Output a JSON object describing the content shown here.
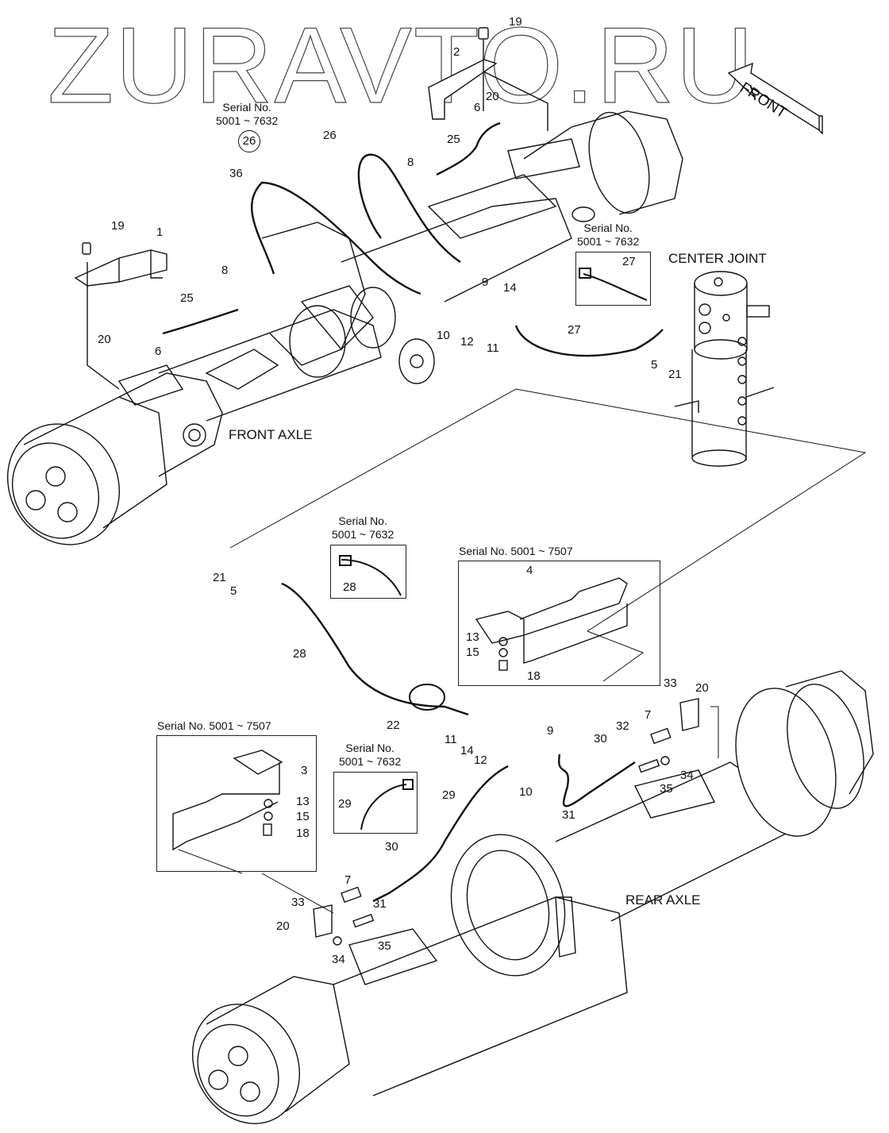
{
  "watermark": "ZURAVTO.RU",
  "direction_arrow": {
    "label": "FRONT",
    "icon": "arrow-left-icon"
  },
  "section_labels": {
    "front_axle": "FRONT AXLE",
    "rear_axle": "REAR AXLE",
    "center_joint": "CENTER JOINT"
  },
  "serial_notes": {
    "hose_26": {
      "line1": "Serial No.",
      "line2": "5001 ~ 7632",
      "ref": "26",
      "replaces": "36"
    },
    "hose_27": {
      "line1": "Serial No.",
      "line2": "5001 ~ 7632",
      "ref": "27"
    },
    "hose_28": {
      "line1": "Serial No.",
      "line2": "5001 ~ 7632",
      "ref": "28"
    },
    "hose_29": {
      "line1": "Serial No.",
      "line2": "5001 ~ 7632",
      "ref": "29"
    },
    "bracket_4": {
      "text": "Serial No. 5001 ~ 7507"
    },
    "bracket_3": {
      "text": "Serial No. 5001 ~ 7507"
    }
  },
  "callouts": {
    "c19a": "19",
    "c2": "2",
    "c20a": "20",
    "c6a": "6",
    "c25a": "25",
    "c26": "26",
    "c8a": "8",
    "c36": "36",
    "c19b": "19",
    "c1": "1",
    "c8b": "8",
    "c25b": "25",
    "c20b": "20",
    "c6b": "6",
    "c9a": "9",
    "c14a": "14",
    "c10a": "10",
    "c12a": "12",
    "c11a": "11",
    "c27": "27",
    "c5a": "5",
    "c21a": "21",
    "c21b": "21",
    "c5b": "5",
    "c28a": "28",
    "c28b": "28",
    "c4": "4",
    "c13a": "13",
    "c15a": "15",
    "c18a": "18",
    "c33a": "33",
    "c20c": "20",
    "c22": "22",
    "c11b": "11",
    "c14b": "14",
    "c12b": "12",
    "c9b": "9",
    "c10b": "10",
    "c7a": "7",
    "c32": "32",
    "c30a": "30",
    "c34a": "34",
    "c35a": "35",
    "c31a": "31",
    "c3": "3",
    "c13b": "13",
    "c15b": "15",
    "c18b": "18",
    "c29a": "29",
    "c29b": "29",
    "c30b": "30",
    "c31b": "31",
    "c7b": "7",
    "c33b": "33",
    "c20d": "20",
    "c34b": "34",
    "c35b": "35"
  }
}
